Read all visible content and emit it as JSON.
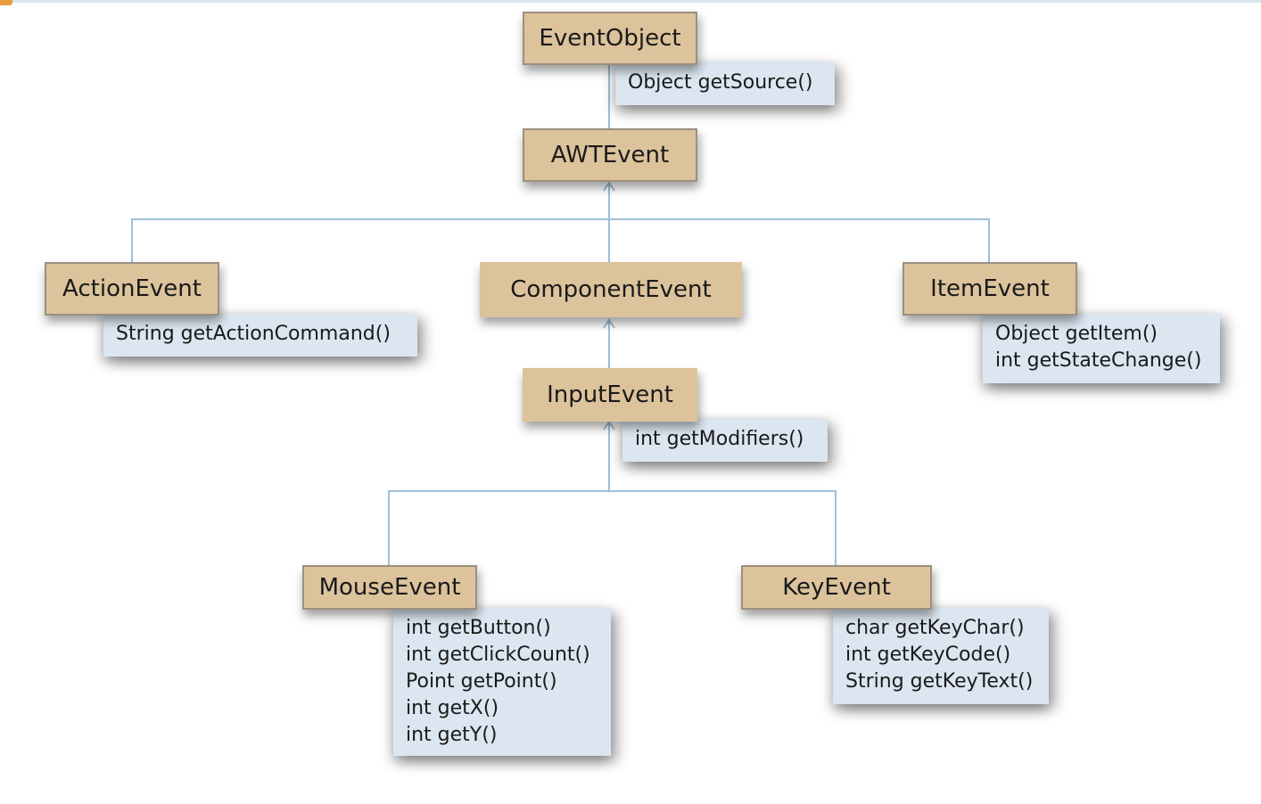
{
  "diagram": {
    "classes": {
      "event_object": {
        "name": "EventObject",
        "methods": [
          "Object getSource()"
        ]
      },
      "awt_event": {
        "name": "AWTEvent"
      },
      "action_event": {
        "name": "ActionEvent",
        "methods": [
          "String getActionCommand()"
        ]
      },
      "component_event": {
        "name": "ComponentEvent"
      },
      "item_event": {
        "name": "ItemEvent",
        "methods": [
          "Object getItem()",
          "int getStateChange()"
        ]
      },
      "input_event": {
        "name": "InputEvent",
        "methods": [
          "int getModifiers()"
        ]
      },
      "mouse_event": {
        "name": "MouseEvent",
        "methods": [
          "int getButton()",
          "int getClickCount()",
          "Point getPoint()",
          "int getX()",
          "int getY()"
        ]
      },
      "key_event": {
        "name": "KeyEvent",
        "methods": [
          "char getKeyChar()",
          "int getKeyCode()",
          "String getKeyText()"
        ]
      }
    },
    "colors": {
      "class_fill": "#dcc39b",
      "method_fill": "#dbe6f0",
      "connector": "#9fbfd6",
      "accent": "#e99a3c"
    }
  }
}
